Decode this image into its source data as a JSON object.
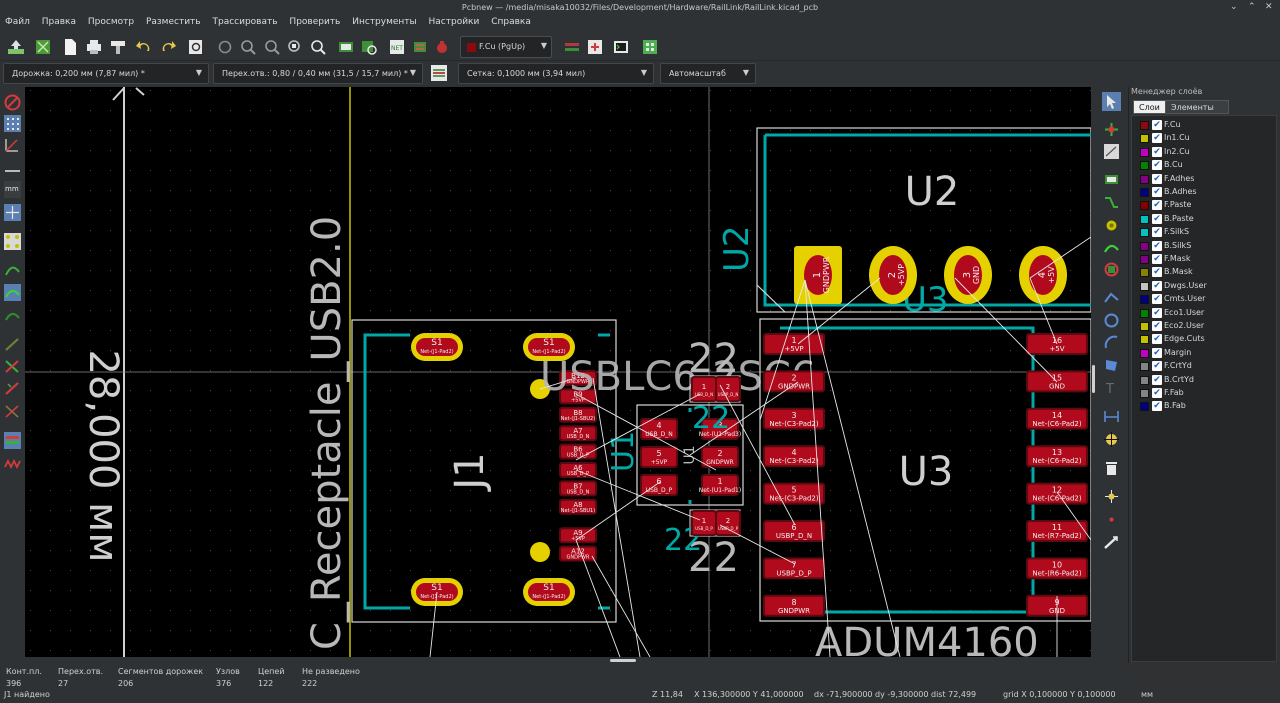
{
  "window": {
    "title": "Pcbnew — /media/misaka10032/Files/Development/Hardware/RailLink/RailLink.kicad_pcb"
  },
  "menu": [
    "Файл",
    "Правка",
    "Просмотр",
    "Разместить",
    "Трассировать",
    "Проверить",
    "Инструменты",
    "Настройки",
    "Справка"
  ],
  "toolbar": {
    "active_layer": "F.Cu (PgUp)",
    "active_layer_color": "#8a0a10"
  },
  "aux_toolbar": {
    "track_width": "Дорожка: 0,200 мм (7,87 мил) *",
    "via_size": "Перех.отв.: 0,80 / 0,40 мм (31,5 / 15,7 мил) *",
    "grid": "Сетка: 0,1000 мм (3,94 мил)",
    "zoom": "Автомасштаб"
  },
  "layers_panel": {
    "title": "Менеджер слоёв",
    "tabs": [
      "Слои",
      "Элементы"
    ],
    "layers": [
      {
        "name": "F.Cu",
        "color": "#8a0a10",
        "checked": true
      },
      {
        "name": "In1.Cu",
        "color": "#c2c200",
        "checked": true
      },
      {
        "name": "In2.Cu",
        "color": "#c200c2",
        "checked": true
      },
      {
        "name": "B.Cu",
        "color": "#008400",
        "checked": true
      },
      {
        "name": "F.Adhes",
        "color": "#840084",
        "checked": true
      },
      {
        "name": "B.Adhes",
        "color": "#000084",
        "checked": true
      },
      {
        "name": "F.Paste",
        "color": "#840000",
        "checked": true
      },
      {
        "name": "B.Paste",
        "color": "#00c2c2",
        "checked": true
      },
      {
        "name": "F.SilkS",
        "color": "#00c2c2",
        "checked": true
      },
      {
        "name": "B.SilkS",
        "color": "#840084",
        "checked": true
      },
      {
        "name": "F.Mask",
        "color": "#840084",
        "checked": true
      },
      {
        "name": "B.Mask",
        "color": "#848400",
        "checked": true
      },
      {
        "name": "Dwgs.User",
        "color": "#c2c2c2",
        "checked": true
      },
      {
        "name": "Cmts.User",
        "color": "#000084",
        "checked": true
      },
      {
        "name": "Eco1.User",
        "color": "#008400",
        "checked": true
      },
      {
        "name": "Eco2.User",
        "color": "#c2c200",
        "checked": true
      },
      {
        "name": "Edge.Cuts",
        "color": "#c2c200",
        "checked": true
      },
      {
        "name": "Margin",
        "color": "#c200c2",
        "checked": true
      },
      {
        "name": "F.CrtYd",
        "color": "#848484",
        "checked": true
      },
      {
        "name": "B.CrtYd",
        "color": "#848484",
        "checked": true
      },
      {
        "name": "F.Fab",
        "color": "#848484",
        "checked": true
      },
      {
        "name": "B.Fab",
        "color": "#000084",
        "checked": true
      }
    ]
  },
  "board": {
    "dimension_text": "28,000 мм",
    "usb_footprint_text": "C_Receptacle_USB2.0",
    "ref_j1": "J1",
    "ref_u1": "U1",
    "ref_u2": "U2",
    "ref_u3": "U3",
    "ref_u1_silk": "U1",
    "ref_u2_silk": "U2",
    "ref_u3_silk": "U3",
    "value_u3": "ADUM4160",
    "value_u1": "USBLC6-2SC6",
    "ref_r22_top": "22",
    "ref_r22_bot": "22",
    "j1_pads": [
      {
        "num": "B12",
        "net": "GNDPWR"
      },
      {
        "num": "B9",
        "net": "+5VP"
      },
      {
        "num": "B8",
        "net": "Net-(J1-SBU2)"
      },
      {
        "num": "A7",
        "net": "USB_D_N"
      },
      {
        "num": "B6",
        "net": "USB_D_P"
      },
      {
        "num": "A6",
        "net": "USB_D_P"
      },
      {
        "num": "B7",
        "net": "USB_D_N"
      },
      {
        "num": "A8",
        "net": "Net-(J1-SBU1)"
      },
      {
        "num": "A9",
        "net": "+5VP"
      },
      {
        "num": "A12",
        "net": "GNDPWR"
      }
    ],
    "shield_pads": [
      {
        "num": "S1",
        "net": "Net-(J1-Pad2)"
      },
      {
        "num": "S1",
        "net": "Net-(J1-Pad2)"
      },
      {
        "num": "S1",
        "net": "Net-(J1-Pad2)"
      },
      {
        "num": "S1",
        "net": "Net-(J1-Pad2)"
      }
    ],
    "u1_pads": [
      {
        "num": "4",
        "net": "USB_D_N"
      },
      {
        "num": "5",
        "net": "+5VP"
      },
      {
        "num": "6",
        "net": "USB_D_P"
      },
      {
        "num": "3",
        "net": "Net-(U1-Pad3)"
      },
      {
        "num": "2",
        "net": "GNDPWR"
      },
      {
        "num": "1",
        "net": "Net-(U1-Pad1)"
      }
    ],
    "u2_pads": [
      {
        "num": "1",
        "net": "GNDPWR"
      },
      {
        "num": "2",
        "net": "+5VP"
      },
      {
        "num": "3",
        "net": "GND"
      },
      {
        "num": "4",
        "net": "+5V"
      }
    ],
    "u3_left_pads": [
      {
        "num": "1",
        "net": "+5VP"
      },
      {
        "num": "2",
        "net": "GNDPWR"
      },
      {
        "num": "3",
        "net": "Net-(C3-Pad2)"
      },
      {
        "num": "4",
        "net": "Net-(C3-Pad2)"
      },
      {
        "num": "5",
        "net": "Net-(C3-Pad2)"
      },
      {
        "num": "6",
        "net": "USBP_D_N"
      },
      {
        "num": "7",
        "net": "USBP_D_P"
      },
      {
        "num": "8",
        "net": "GNDPWR"
      }
    ],
    "u3_right_pads": [
      {
        "num": "16",
        "net": "+5V"
      },
      {
        "num": "15",
        "net": "GND"
      },
      {
        "num": "14",
        "net": "Net-(C6-Pad2)"
      },
      {
        "num": "13",
        "net": "Net-(C6-Pad2)"
      },
      {
        "num": "12",
        "net": "Net-(C6-Pad2)"
      },
      {
        "num": "11",
        "net": "Net-(R7-Pad2)"
      },
      {
        "num": "10",
        "net": "Net-(R6-Pad2)"
      },
      {
        "num": "9",
        "net": "GND"
      }
    ],
    "r_top_pads": [
      {
        "num": "1",
        "net": "USB_D_N"
      },
      {
        "num": "2",
        "net": "USBP_D_N"
      }
    ],
    "r_bot_pads": [
      {
        "num": "1",
        "net": "USB_D_P"
      },
      {
        "num": "2",
        "net": "USBP_D_P"
      }
    ]
  },
  "status": {
    "columns": [
      {
        "label": "Конт.пл.",
        "value": "396"
      },
      {
        "label": "Перех.отв.",
        "value": "27"
      },
      {
        "label": "Сегментов дорожек",
        "value": "206"
      },
      {
        "label": "Узлов",
        "value": "376"
      },
      {
        "label": "Цепей",
        "value": "122"
      },
      {
        "label": "Не разведено",
        "value": "222"
      }
    ],
    "message": "J1 найдено",
    "zoom": "Z 11,84",
    "coords": "X 136,300000  Y 41,000000",
    "delta": "dx -71,900000  dy -9,300000  dist 72,499",
    "grid": "grid X 0,100000  Y 0,100000",
    "units": "мм"
  }
}
